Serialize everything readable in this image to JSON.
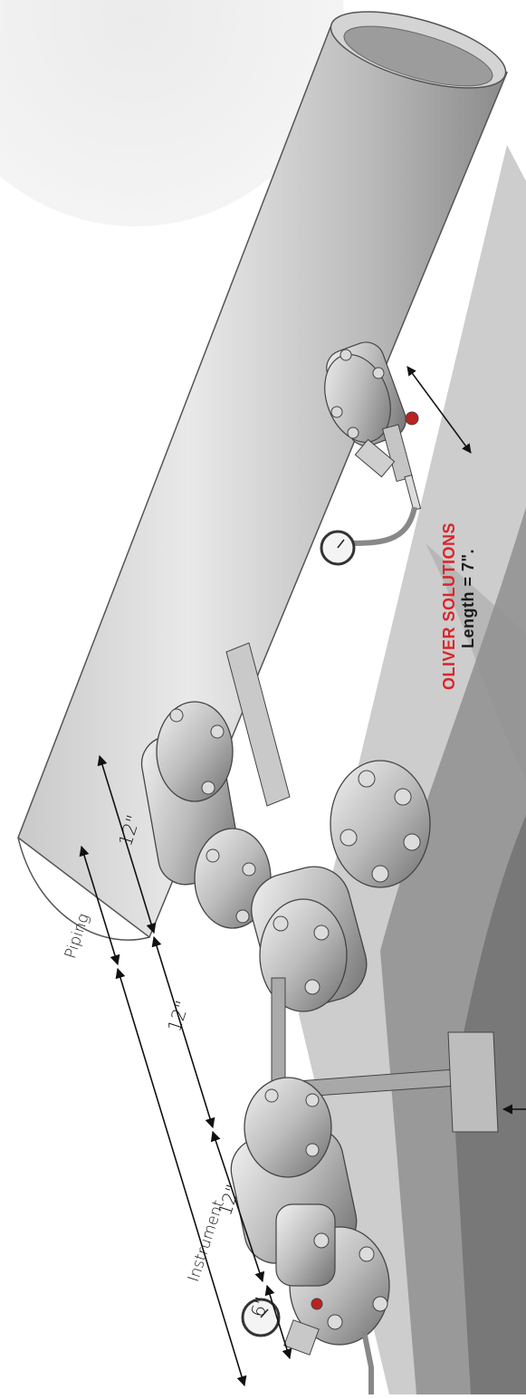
{
  "dimensions": {
    "piping_label": "Piping",
    "instrument_label": "Instrument",
    "pipe_offset": "12\"",
    "spacing_1": "12\"",
    "spacing_2": "12\"",
    "spacing_3": "6\""
  },
  "brand": {
    "name": "OLIVER SOLUTIONS",
    "length_text": "Length = 7\".",
    "color": "#d8262b"
  },
  "colors": {
    "steel_light": "#e6e6e6",
    "steel_mid": "#b8b8b8",
    "steel_dark": "#7a7a7a",
    "shadow": "#555555"
  },
  "icons": [
    "pressure-gauge-icon",
    "needle-valve-icon",
    "flange-bolt-icon"
  ]
}
